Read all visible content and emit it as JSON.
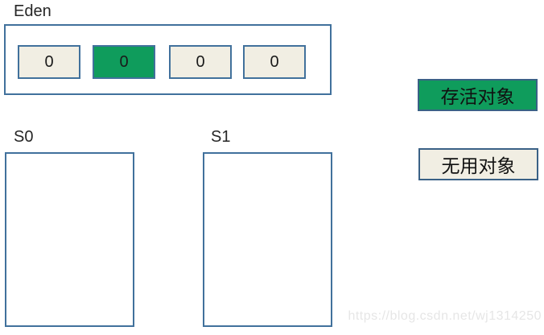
{
  "eden": {
    "label": "Eden",
    "cells": [
      {
        "value": "0",
        "state": "dead"
      },
      {
        "value": "0",
        "state": "live"
      },
      {
        "value": "0",
        "state": "dead"
      },
      {
        "value": "0",
        "state": "dead"
      }
    ]
  },
  "survivor_spaces": [
    {
      "label": "S0"
    },
    {
      "label": "S1"
    }
  ],
  "legend": {
    "live": {
      "label": "存活对象",
      "color": "#0f9c5c"
    },
    "dead": {
      "label": "无用对象",
      "color": "#f1eee3"
    }
  },
  "colors": {
    "border_blue": "#41719c",
    "live_fill": "#0f9c5c",
    "dead_fill": "#f1eee3",
    "label_text": "#262626",
    "watermark_text": "#e6e6e6"
  },
  "watermark": "https://blog.csdn.net/wj1314250"
}
